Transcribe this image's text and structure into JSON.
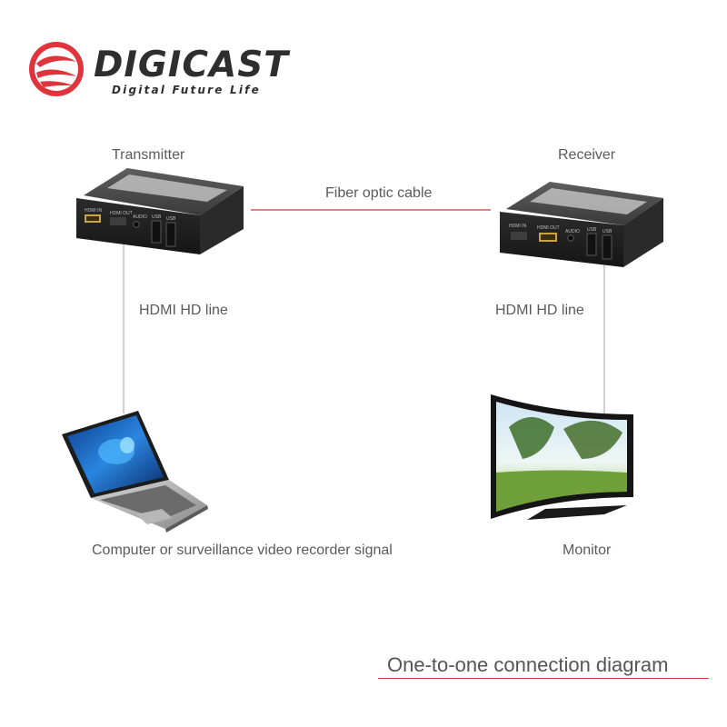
{
  "brand": {
    "name": "DIGICAST",
    "tagline": "Digital Future Life",
    "logo_icon": "digicast-swirl-logo",
    "logo_color": "#e0333c"
  },
  "diagram": {
    "transmitter_label": "Transmitter",
    "receiver_label": "Receiver",
    "fiber_label": "Fiber optic cable",
    "left_cable_label": "HDMI HD line",
    "right_cable_label": "HDMI HD line",
    "source_label": "Computer or surveillance video recorder signal",
    "display_label": "Monitor",
    "line_color": "#e0333c",
    "transmitter_ports": [
      "HDMI IN",
      "HDMI OUT",
      "AUDIO",
      "USB",
      "USB"
    ],
    "receiver_ports": [
      "HDMI IN",
      "HDMI OUT",
      "AUDIO",
      "USB",
      "USB"
    ]
  },
  "caption": "One-to-one connection diagram"
}
